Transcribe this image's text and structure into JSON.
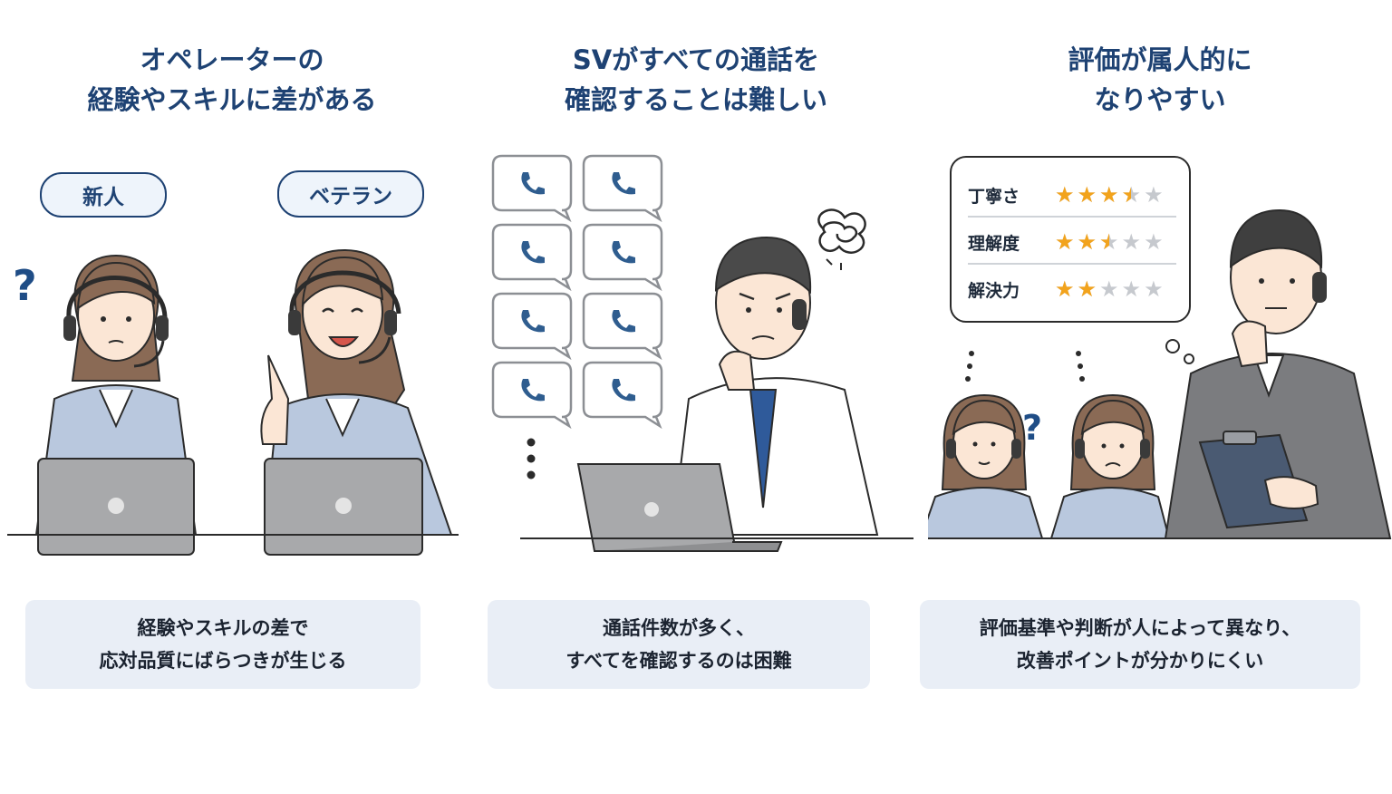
{
  "panels": [
    {
      "heading": [
        "オペレーターの",
        "経験やスキルに差がある"
      ],
      "tags": [
        "新人",
        "ベテラン"
      ],
      "mark": "?",
      "caption": [
        "経験やスキルの差で",
        "応対品質にばらつきが生じる"
      ]
    },
    {
      "heading": [
        "SVがすべての通話を",
        "確認することは難しい"
      ],
      "caption": [
        "通話件数が多く、",
        "すべてを確認するのは困難"
      ]
    },
    {
      "heading": [
        "評価が属人的に",
        "なりやすい"
      ],
      "mark": "?",
      "ratings": [
        {
          "label": "丁寧さ",
          "value": 3.5
        },
        {
          "label": "理解度",
          "value": 2.5
        },
        {
          "label": "解決力",
          "value": 2
        }
      ],
      "caption": [
        "評価基準や判断が人によって異なり、",
        "改善ポイントが分かりにくい"
      ]
    }
  ],
  "colors": {
    "heading": "#1e4273",
    "caption_bg": "#e9eef6",
    "star_on": "#f2a31c",
    "star_off": "#c6c9ce",
    "phone": "#2f5d8f"
  },
  "icons": [
    "phone-icon",
    "question-mark-icon",
    "star-icon",
    "headset-icon",
    "laptop-icon",
    "clipboard-icon"
  ]
}
